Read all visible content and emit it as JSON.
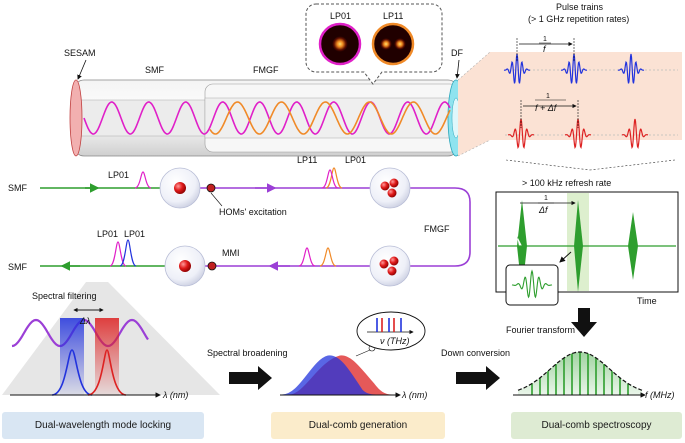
{
  "top": {
    "sesam": "SESAM",
    "smf": "SMF",
    "fmgf": "FMGF",
    "df": "DF",
    "mode_lp01": "LP01",
    "mode_lp11": "LP11"
  },
  "pulse": {
    "title_line1": "Pulse trains",
    "title_line2": "(> 1 GHz repetition rates)",
    "f1_num": "1",
    "f1_den": "f",
    "f2_num": "1",
    "f2_den": "f + Δf",
    "refresh": "> 100 kHz refresh rate",
    "f3_num": "1",
    "f3_den": "Δf",
    "time": "Time"
  },
  "middle": {
    "smf_in": "SMF",
    "lp01_in": "LP01",
    "lp11": "LP11",
    "lp01_b": "LP01",
    "homs": "HOMs' excitation",
    "fmgf": "FMGF",
    "smf_out": "SMF",
    "lp01_o1": "LP01",
    "lp01_o2": "LP01",
    "mmi": "MMI"
  },
  "bottom": {
    "spectral_filtering": "Spectral filtering",
    "delta_lambda": "Δλ",
    "lambda_nm_1": "λ (nm)",
    "spectral_broadening": "Spectral broadening",
    "nu_thz": "ν (THz)",
    "lambda_nm_2": "λ (nm)",
    "down_conversion": "Down conversion",
    "fourier": "Fourier transform",
    "f_mhz": "f (MHz)"
  },
  "boxes": {
    "mode_locking": "Dual-wavelength mode locking",
    "comb_generation": "Dual-comb generation",
    "spectroscopy": "Dual-comb spectroscopy"
  },
  "colors": {
    "magenta": "#e020c8",
    "orange": "#f08a28",
    "green": "#2e9e2e",
    "purple": "#9b3fd6",
    "blue": "#2233dd",
    "red": "#dd2222",
    "cyan": "#39c6d9",
    "pink_bg": "#fbe2d4"
  }
}
